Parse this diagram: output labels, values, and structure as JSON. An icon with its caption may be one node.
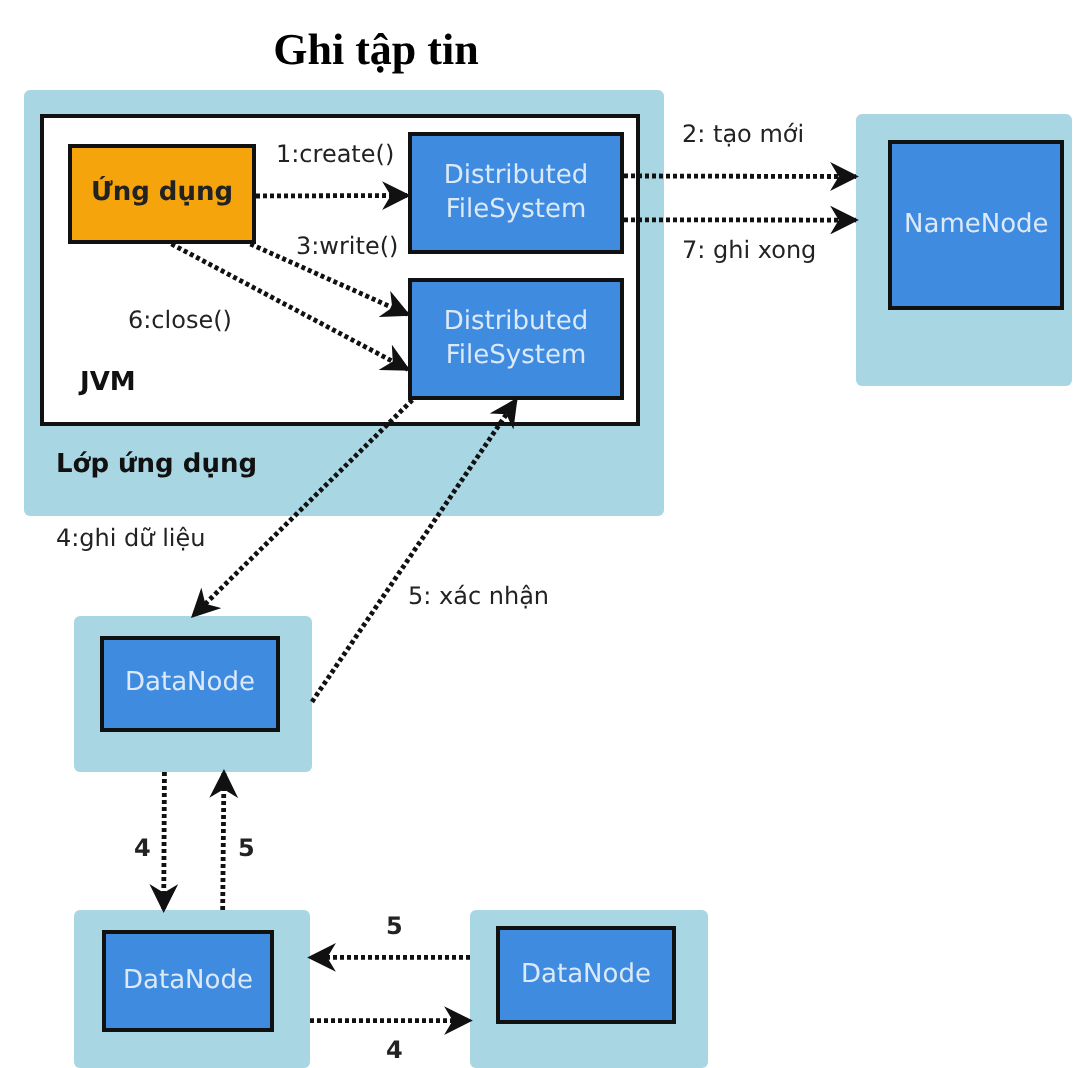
{
  "diagram": {
    "title": "Ghi tập tin",
    "nodes": [
      {
        "text": [
          "Lớp ứng dụng"
        ]
      },
      {
        "text": [
          "JVM"
        ],
        "in": 0
      },
      {
        "text": [
          "Ứng dụng"
        ],
        "in": 1
      },
      {
        "text": [
          "Distributed FileSystem"
        ],
        "in": 1
      },
      {
        "text": [
          "Distributed FileSystem"
        ],
        "in": 1
      },
      {
        "text": [],
        "shape": "box"
      },
      {
        "text": [
          "NameNode"
        ],
        "in": 5
      },
      {
        "text": [],
        "shape": "box"
      },
      {
        "text": [
          "DataNode"
        ],
        "in": 7
      },
      {
        "text": [],
        "shape": "box"
      },
      {
        "text": [
          "DataNode"
        ],
        "in": 9
      },
      {
        "text": [],
        "shape": "box"
      },
      {
        "text": [
          "DataNode"
        ],
        "in": 11
      }
    ],
    "edges": [
      {
        "from": 2,
        "to": 3,
        "arrow": "to",
        "label": "1:create()"
      },
      {
        "from": 3,
        "to": 5,
        "arrow": "to",
        "label": "2: tạo mới"
      },
      {
        "from": 3,
        "to": 5,
        "arrow": "to",
        "label": "7: ghi xong"
      },
      {
        "from": 2,
        "to": 4,
        "arrow": "to",
        "label": "3:write()"
      },
      {
        "from": 2,
        "to": 4,
        "arrow": "to",
        "label": "6:close()"
      },
      {
        "from": 4,
        "to": 7,
        "arrow": "to",
        "label": "4:ghi dữ liệu"
      },
      {
        "from": 7,
        "to": 4,
        "arrow": "to",
        "label": "5: xác nhận"
      },
      {
        "from": 7,
        "to": 9,
        "arrow": "to",
        "label": "4"
      },
      {
        "from": 9,
        "to": 7,
        "arrow": "to",
        "label": "5"
      },
      {
        "from": 11,
        "to": 9,
        "arrow": "to",
        "label": "5"
      },
      {
        "from": 9,
        "to": 11,
        "arrow": "to",
        "label": "4"
      }
    ]
  }
}
